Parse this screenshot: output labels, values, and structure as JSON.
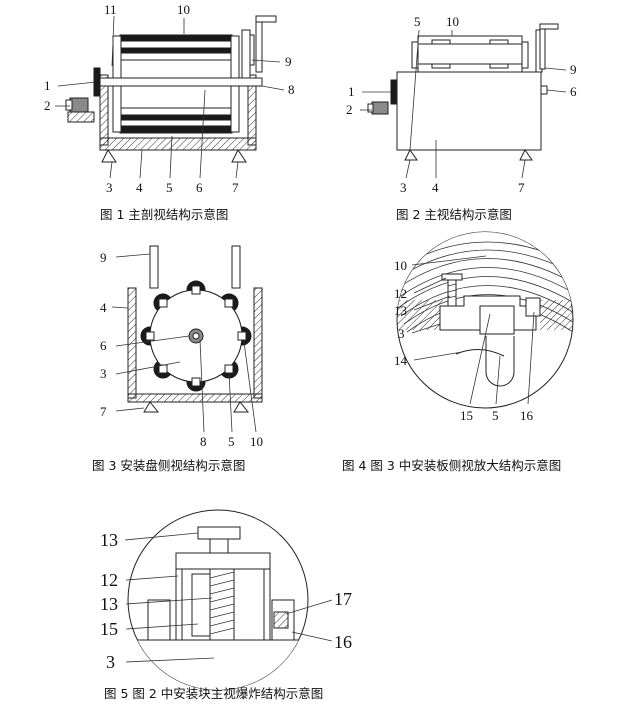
{
  "captions": {
    "fig1": "图 1  主剖视结构示意图",
    "fig2": "图 2  主视结构示意图",
    "fig3": "图 3  安装盘侧视结构示意图",
    "fig4": "图 4  图 3 中安装板侧视放大结构示意图",
    "fig5": "图 5  图 2 中安装块主视爆炸结构示意图"
  },
  "fig1_labels": [
    "11",
    "10",
    "9",
    "1",
    "8",
    "2",
    "3",
    "4",
    "5",
    "6",
    "7"
  ],
  "fig2_labels": [
    "5",
    "10",
    "9",
    "1",
    "6",
    "2",
    "3",
    "4",
    "7"
  ],
  "fig3_labels": [
    "9",
    "4",
    "6",
    "3",
    "7",
    "8",
    "5",
    "10"
  ],
  "fig4_labels": [
    "10",
    "12",
    "13",
    "3",
    "14",
    "15",
    "5",
    "16"
  ],
  "fig5_labels": [
    "13",
    "12",
    "13",
    "17",
    "15",
    "16",
    "3"
  ]
}
